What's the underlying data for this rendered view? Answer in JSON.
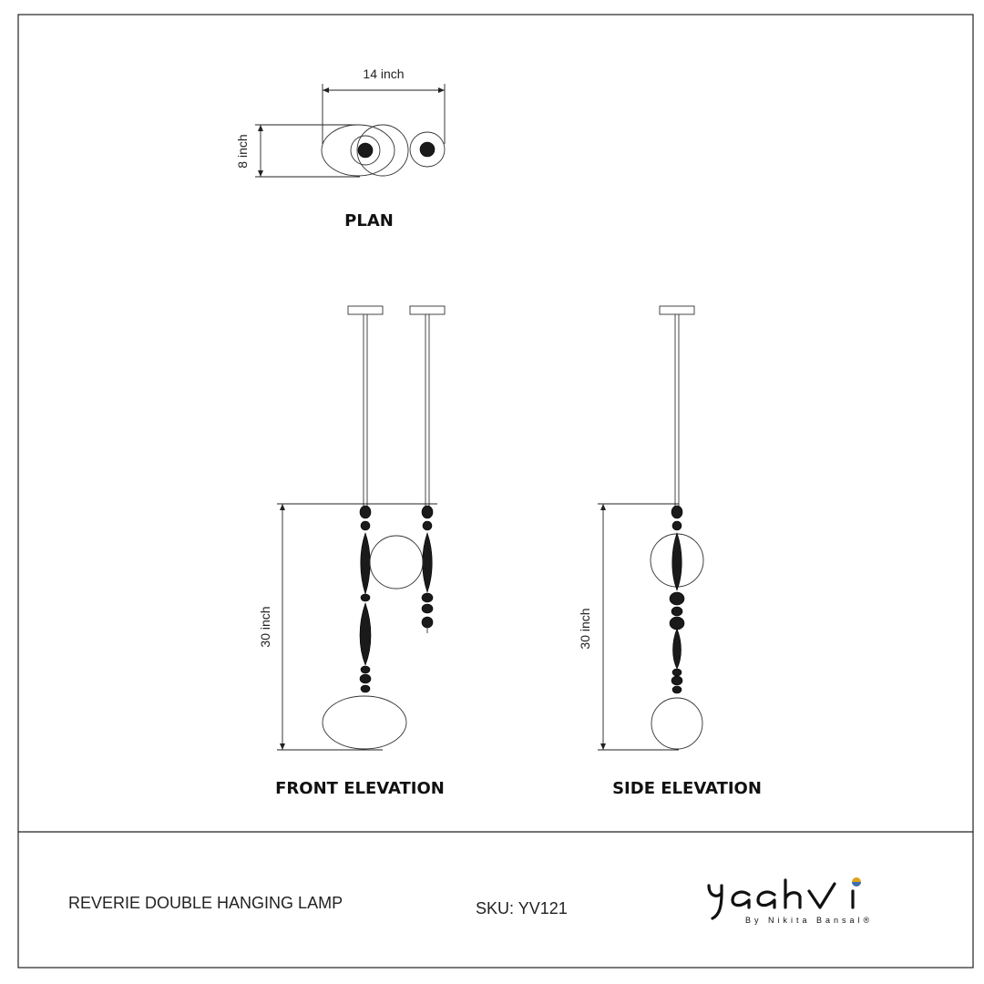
{
  "plan": {
    "title": "PLAN",
    "width_label": "14 inch",
    "depth_label": "8 inch"
  },
  "front_elevation": {
    "title": "FRONT ELEVATION",
    "height_label": "30 inch"
  },
  "side_elevation": {
    "title": "SIDE ELEVATION",
    "height_label": "30 inch"
  },
  "footer": {
    "product_name": "REVERIE DOUBLE HANGING LAMP",
    "sku": "SKU: YV121"
  },
  "logo": {
    "brand": "Yaahvi",
    "tagline": "By Nikita Bansal®",
    "accent_colors": [
      "#e0a21e",
      "#3b6fb0"
    ]
  }
}
